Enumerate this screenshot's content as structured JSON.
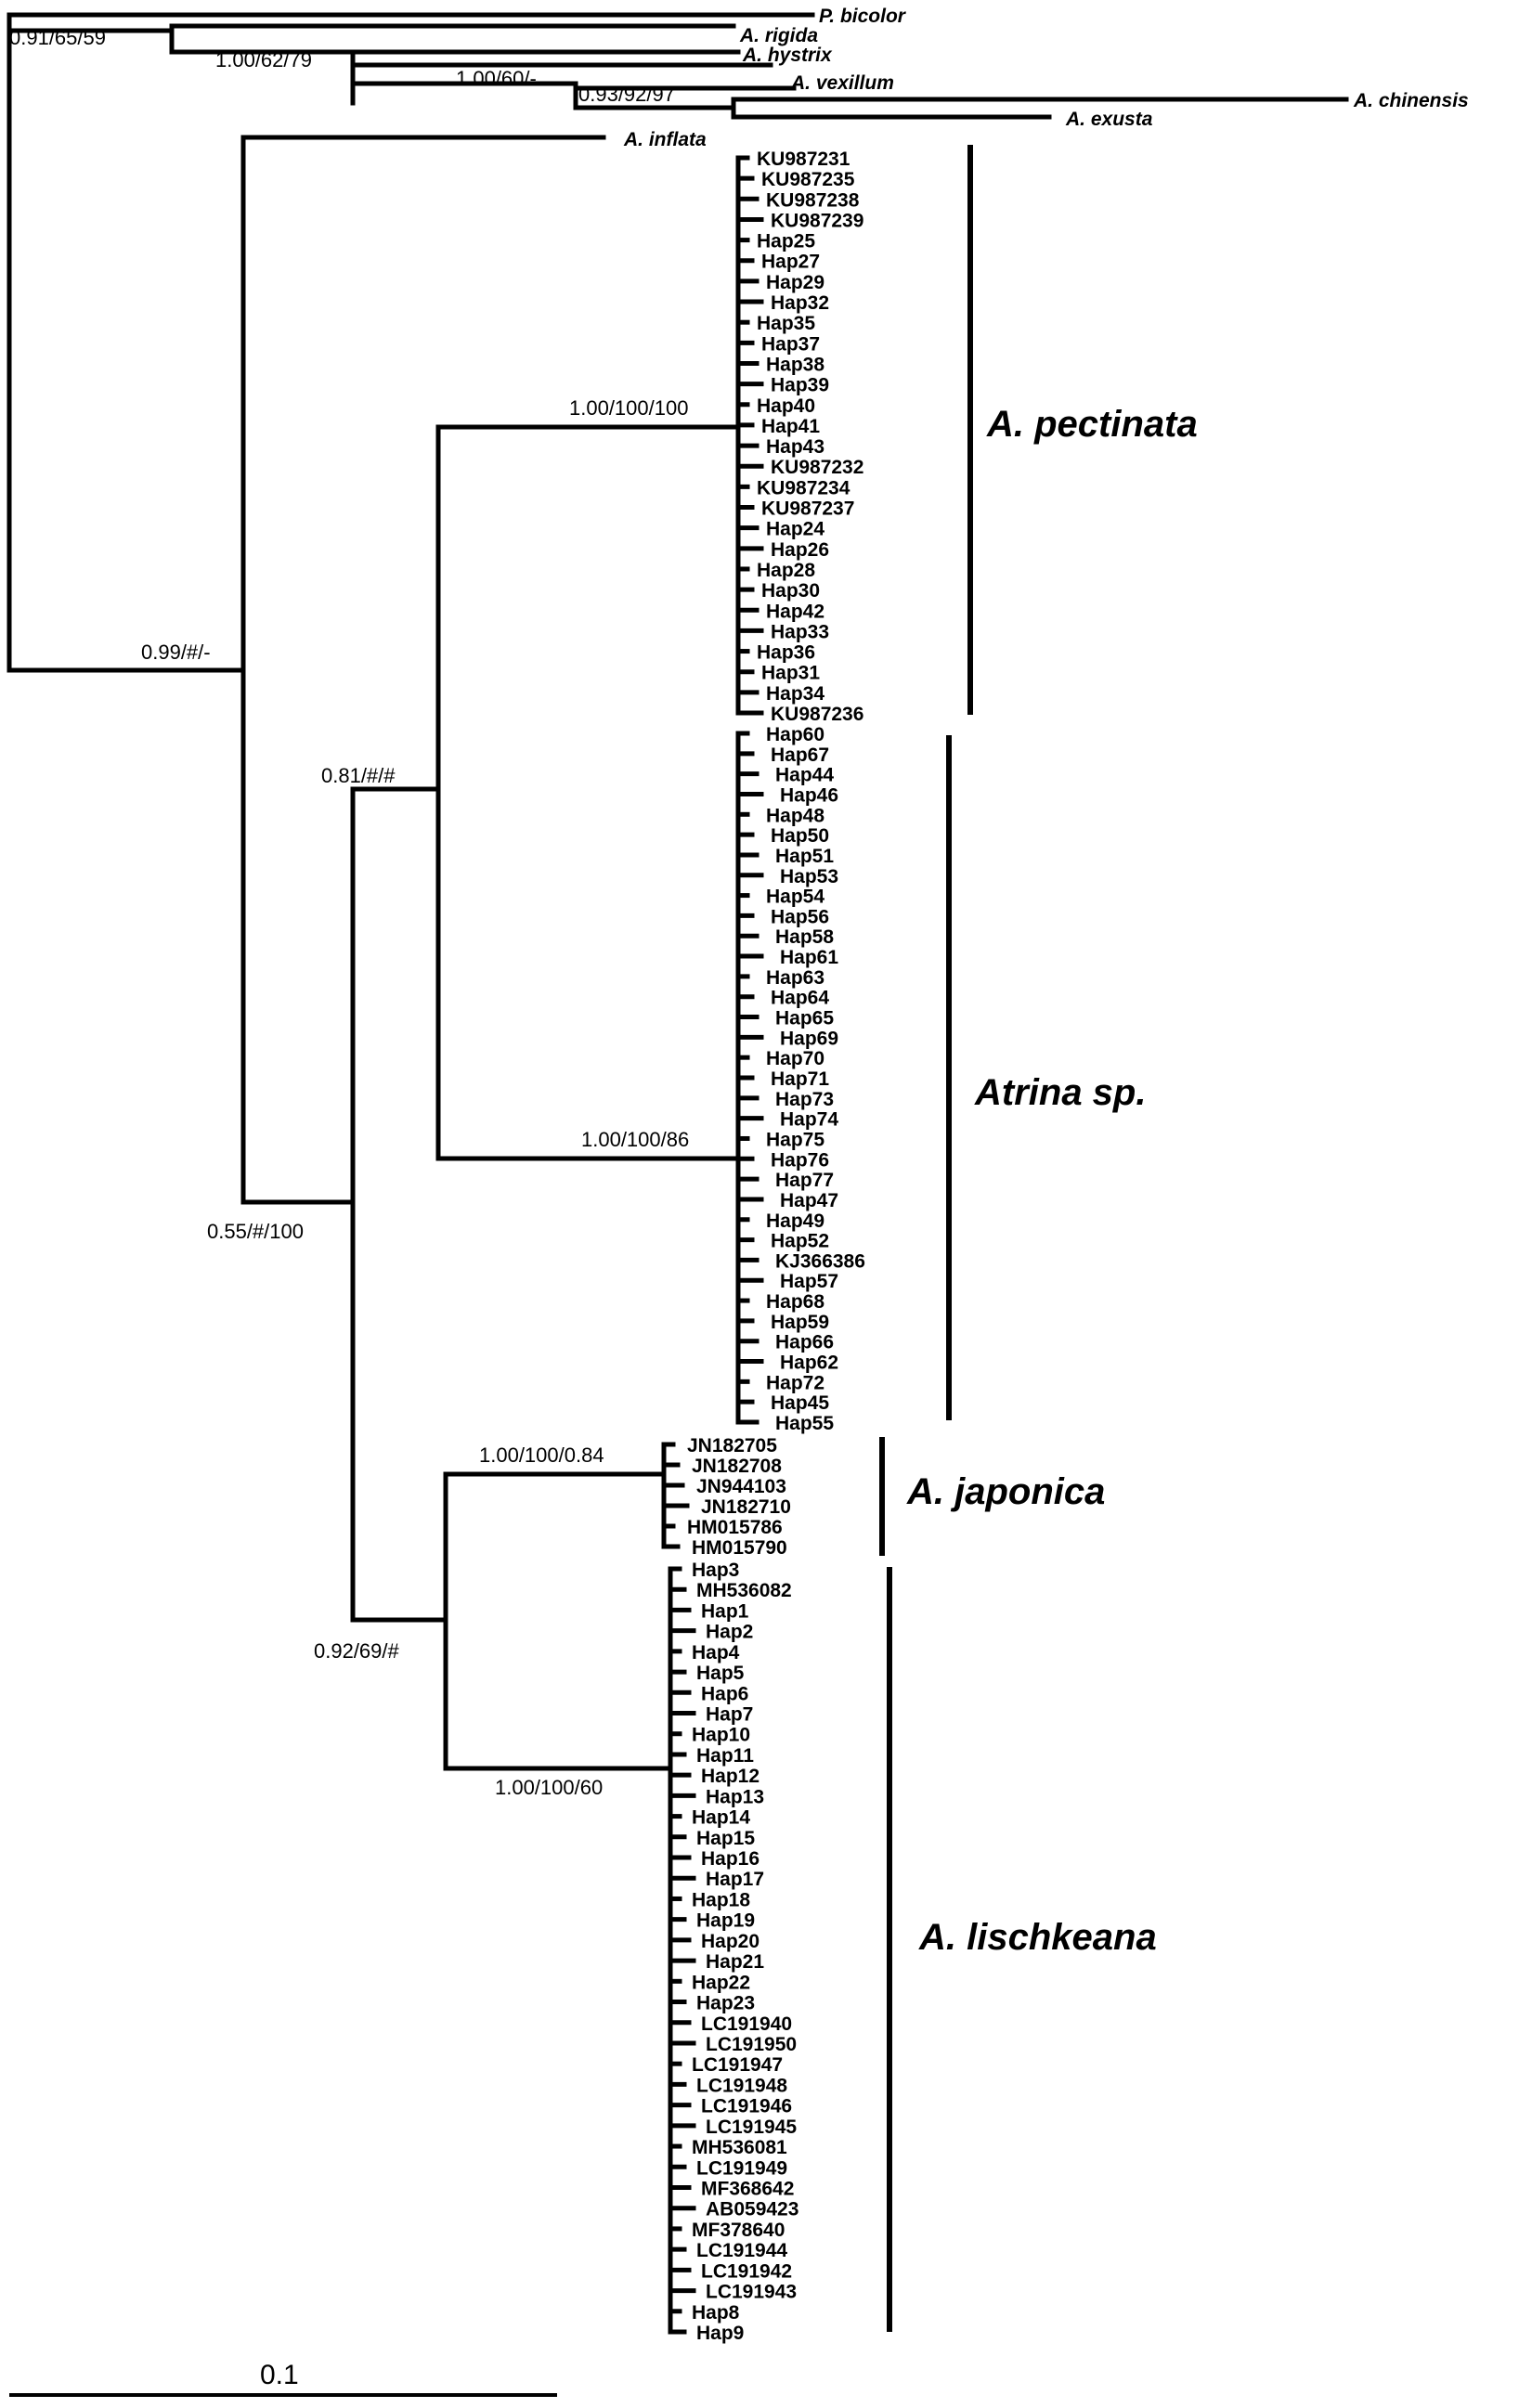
{
  "outgroups": [
    {
      "key": "bicolor",
      "label": "P. bicolor"
    },
    {
      "key": "rigida",
      "label": "A. rigida"
    },
    {
      "key": "hystrix",
      "label": "A. hystrix"
    },
    {
      "key": "vexillum",
      "label": "A. vexillum"
    },
    {
      "key": "chinensis",
      "label": "A. chinensis"
    },
    {
      "key": "exusta",
      "label": "A. exusta"
    },
    {
      "key": "inflata",
      "label": "A. inflata"
    }
  ],
  "support_values": [
    {
      "key": "root",
      "label": "0.91/65/59"
    },
    {
      "key": "hystrix",
      "label": "1.00/62/79"
    },
    {
      "key": "vexillum",
      "label": "1.00/60/-"
    },
    {
      "key": "chinensis",
      "label": "0.93/92/97"
    },
    {
      "key": "ingroup",
      "label": "0.99/#/-"
    },
    {
      "key": "pectinata",
      "label": "1.00/100/100"
    },
    {
      "key": "pect_sp",
      "label": "0.81/#/#"
    },
    {
      "key": "atrina_sp",
      "label": "1.00/100/86"
    },
    {
      "key": "main",
      "label": "0.55/#/100"
    },
    {
      "key": "japonica",
      "label": "1.00/100/0.84"
    },
    {
      "key": "jap_lisch",
      "label": "0.92/69/#"
    },
    {
      "key": "lischkeana",
      "label": "1.00/100/60"
    }
  ],
  "clades": [
    {
      "key": "pectinata",
      "label": "A. pectinata"
    },
    {
      "key": "atrina_sp",
      "label": "Atrina sp."
    },
    {
      "key": "japonica",
      "label": "A. japonica"
    },
    {
      "key": "lischkeana",
      "label": "A. lischkeana"
    }
  ],
  "tips": {
    "pectinata": [
      "KU987231",
      "KU987235",
      "KU987238",
      "KU987239",
      "Hap25",
      "Hap27",
      "Hap29",
      "Hap32",
      "Hap35",
      "Hap37",
      "Hap38",
      "Hap39",
      "Hap40",
      "Hap41",
      "Hap43",
      "KU987232",
      "KU987234",
      "KU987237",
      "Hap24",
      "Hap26",
      "Hap28",
      "Hap30",
      "Hap42",
      "Hap33",
      "Hap36",
      "Hap31",
      "Hap34",
      "KU987236"
    ],
    "atrina_sp": [
      "Hap60",
      "Hap67",
      "Hap44",
      "Hap46",
      "Hap48",
      "Hap50",
      "Hap51",
      "Hap53",
      "Hap54",
      "Hap56",
      "Hap58",
      "Hap61",
      "Hap63",
      "Hap64",
      "Hap65",
      "Hap69",
      "Hap70",
      "Hap71",
      "Hap73",
      "Hap74",
      "Hap75",
      "Hap76",
      "Hap77",
      "Hap47",
      "Hap49",
      "Hap52",
      "KJ366386",
      "Hap57",
      "Hap68",
      "Hap59",
      "Hap66",
      "Hap62",
      "Hap72",
      "Hap45",
      "Hap55"
    ],
    "japonica": [
      "JN182705",
      "JN182708",
      "JN944103",
      "JN182710",
      "HM015786",
      "HM015790"
    ],
    "lischkeana": [
      "Hap3",
      "MH536082",
      "Hap1",
      "Hap2",
      "Hap4",
      "Hap5",
      "Hap6",
      "Hap7",
      "Hap10",
      "Hap11",
      "Hap12",
      "Hap13",
      "Hap14",
      "Hap15",
      "Hap16",
      "Hap17",
      "Hap18",
      "Hap19",
      "Hap20",
      "Hap21",
      "Hap22",
      "Hap23",
      "LC191940",
      "LC191950",
      "LC191947",
      "LC191948",
      "LC191946",
      "LC191945",
      "MH536081",
      "LC191949",
      "MF368642",
      "AB059423",
      "MF378640",
      "LC191944",
      "LC191942",
      "LC191943",
      "Hap8",
      "Hap9"
    ]
  },
  "scale_bar": {
    "label": "0.1"
  }
}
